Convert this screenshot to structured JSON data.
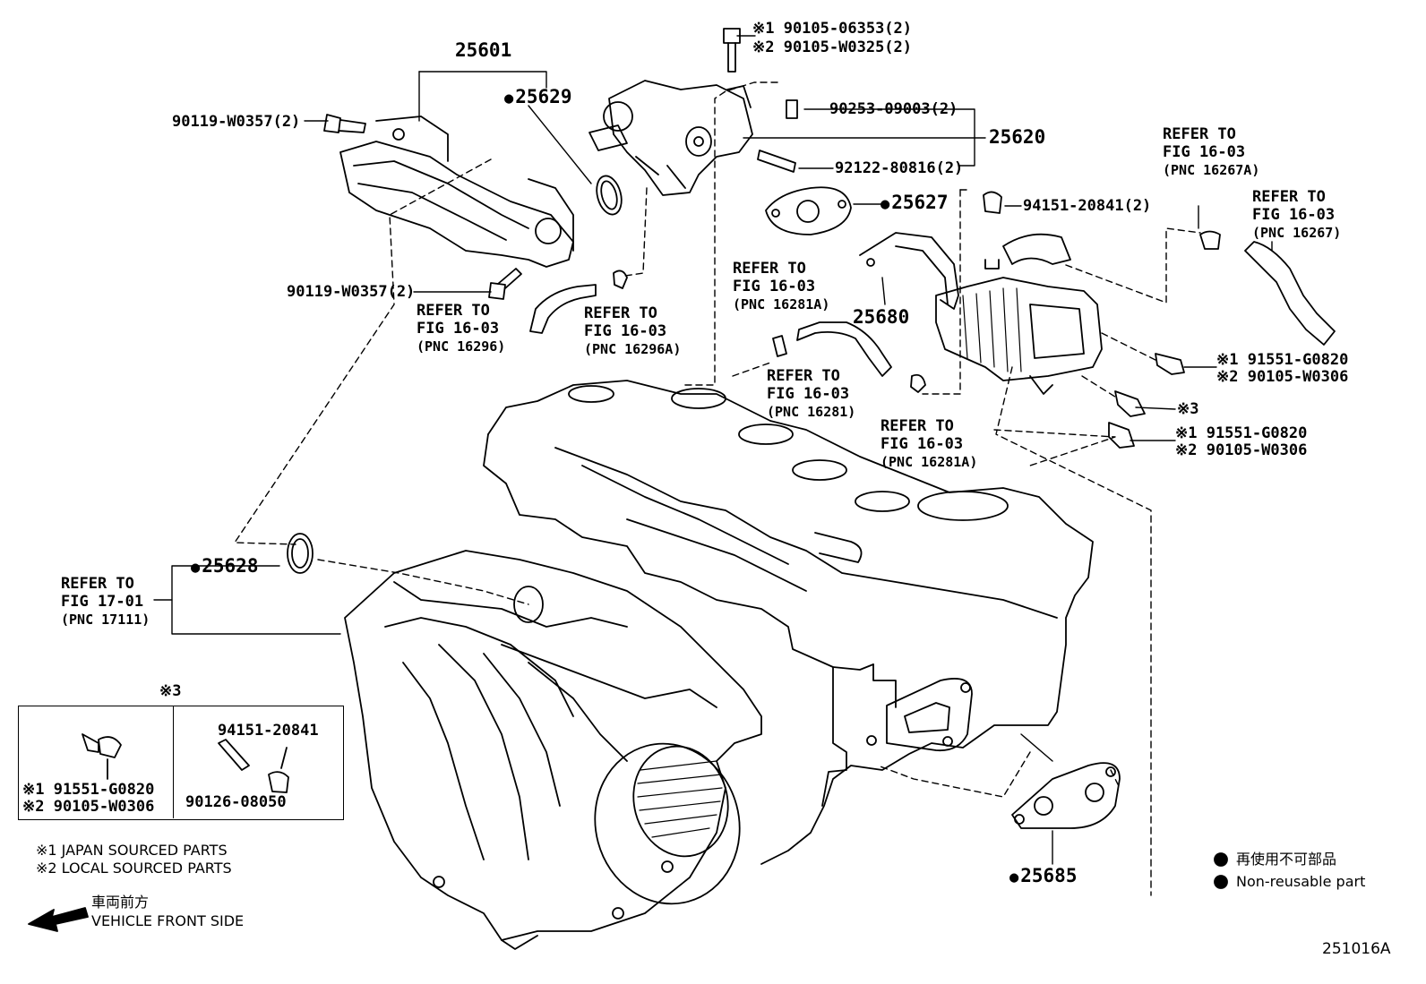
{
  "callouts": {
    "bolt_top_1": "※1 90105-06353(2)",
    "bolt_top_2": "※2 90105-W0325(2)",
    "p25601": "25601",
    "p25629": "25629",
    "bolt_left_top": "90119-W0357(2)",
    "bolt_left_mid": "90119-W0357(2)",
    "pin": "90253-09003(2)",
    "p25620": "25620",
    "stud": "92122-80816(2)",
    "p25627": "25627",
    "nut": "94151-20841(2)",
    "p25680": "25680",
    "p25628": "25628",
    "p25685": "25685",
    "bolt_r1_1": "※1 91551-G0820",
    "bolt_r1_2": "※2 90105-W0306",
    "bolt_r2": "※3",
    "bolt_r3_1": "※1 91551-G0820",
    "bolt_r3_2": "※2 90105-W0306"
  },
  "refers": [
    {
      "l1": "REFER TO",
      "l2": "FIG 16-03",
      "l3": "(PNC 16296)"
    },
    {
      "l1": "REFER TO",
      "l2": "FIG 16-03",
      "l3": "(PNC 16296A)"
    },
    {
      "l1": "REFER TO",
      "l2": "FIG 16-03",
      "l3": "(PNC 16281A)"
    },
    {
      "l1": "REFER TO",
      "l2": "FIG 16-03",
      "l3": "(PNC 16281)"
    },
    {
      "l1": "REFER TO",
      "l2": "FIG 16-03",
      "l3": "(PNC 16281A)"
    },
    {
      "l1": "REFER TO",
      "l2": "FIG 16-03",
      "l3": "(PNC 16267A)"
    },
    {
      "l1": "REFER TO",
      "l2": "FIG 16-03",
      "l3": "(PNC 16267)"
    },
    {
      "l1": "REFER TO",
      "l2": "FIG 17-01",
      "l3": "(PNC 17111)"
    }
  ],
  "note3": {
    "title": "※3",
    "left_1": "※1 91551-G0820",
    "left_2": "※2 90105-W0306",
    "right_top": "94151-20841",
    "right_bottom": "90126-08050"
  },
  "legend": {
    "japan": "※1  JAPAN SOURCED PARTS",
    "local": "※2  LOCAL SOURCED PARTS",
    "front_jp": "車両前方",
    "front_en": "VEHICLE FRONT SIDE",
    "nonreuse_jp": "再使用不可部品",
    "nonreuse_en": "Non-reusable part"
  },
  "figure_id": "251016A"
}
